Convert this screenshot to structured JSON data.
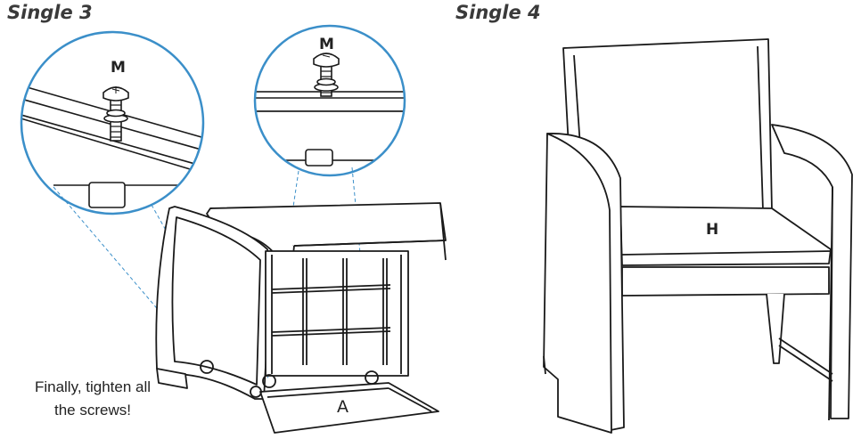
{
  "steps": [
    {
      "title": "Single 3"
    },
    {
      "title": "Single 4"
    }
  ],
  "labels": {
    "screw_left": "M",
    "screw_right": "M",
    "frame_part": "A",
    "cushion_part": "H"
  },
  "instruction": [
    "Finally, tighten all",
    "the screws!"
  ],
  "colors": {
    "magnifier": "#3b8fc9",
    "line": "#1a1a1a"
  }
}
